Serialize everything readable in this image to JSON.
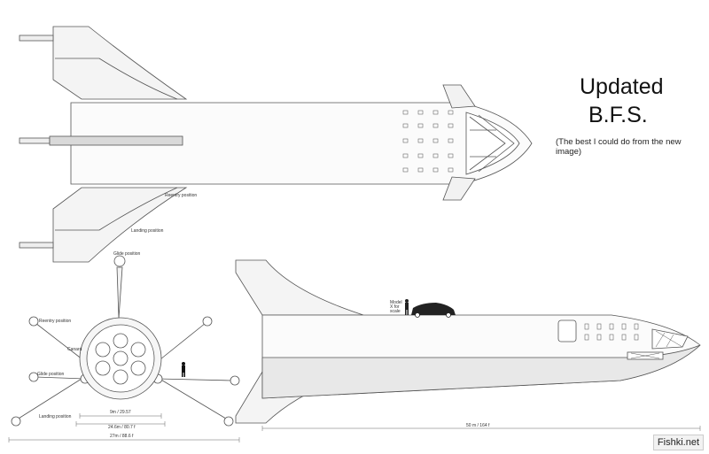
{
  "title": {
    "line1": "Updated",
    "line2": "B.F.S.",
    "subtitle": "(The best I could do from the new image)"
  },
  "top_view": {
    "labels": {
      "reentry": "Reentry position",
      "landing": "Landing position",
      "glide": "Glide position"
    }
  },
  "rear_view": {
    "labels": {
      "reentry": "Reentry position",
      "canard": "Canard",
      "glide": "Glide position",
      "landing": "Landing position"
    },
    "dims": {
      "inner": "9m / 29.57",
      "middle": "24.6m / 80.7 f",
      "outer": "27m / 88.6 f"
    }
  },
  "side_view": {
    "scale_caption": "Model X for scale",
    "dims": {
      "length": "50 m / 164 f"
    }
  },
  "watermark": "Fishki.net"
}
